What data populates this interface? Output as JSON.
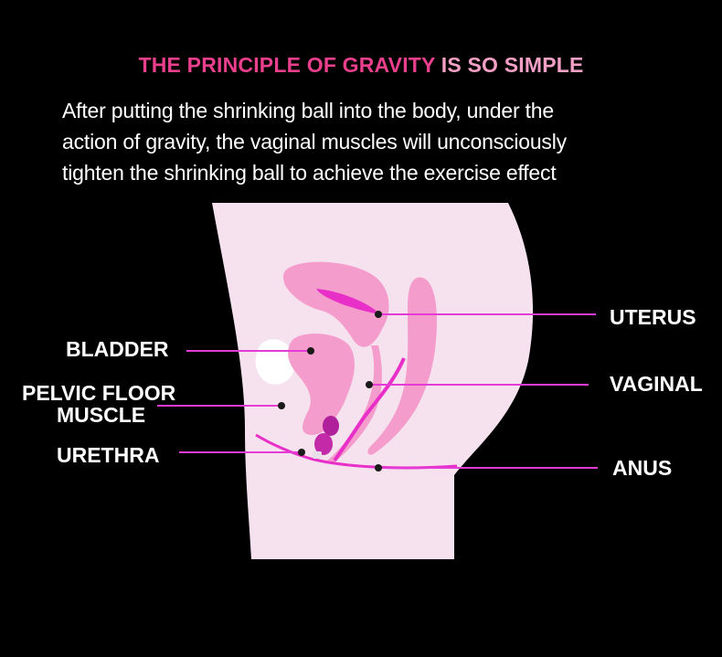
{
  "headline": {
    "part1": "THE PRINCIPLE OF GRAVITY",
    "part2": " IS SO SIMPLE",
    "accent_color": "#ea3f8d",
    "secondary_color": "#f4a0c6"
  },
  "subtitle": {
    "lines": [
      "After putting the shrinking ball into the body, under the",
      "action of gravity, the vaginal muscles will unconsciously",
      "tighten the shrinking ball to achieve the exercise effect"
    ]
  },
  "labels": {
    "uterus": "UTERUS",
    "bladder": "BLADDER",
    "vaginal": "VAGINAL",
    "pelvic_floor_line1": "PELVIC FLOOR",
    "pelvic_floor_line2": "MUSCLE",
    "urethra": "URETHRA",
    "anus": "ANUS"
  },
  "colors": {
    "background": "#000000",
    "body_fill": "#f6e1ef",
    "organ_pink": "#f49ccb",
    "magenta": "#e82fc8",
    "leader_line": "#e53bd6",
    "text": "#ffffff"
  }
}
